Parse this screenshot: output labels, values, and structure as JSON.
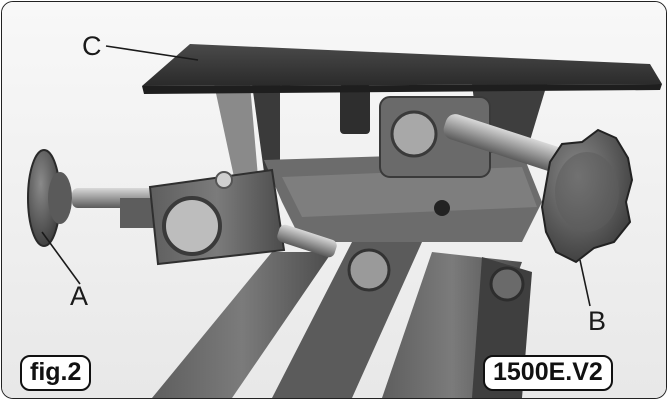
{
  "callouts": {
    "a": "A",
    "b": "B",
    "c": "C"
  },
  "figure_label": "fig.2",
  "model_code": "1500E.V2"
}
